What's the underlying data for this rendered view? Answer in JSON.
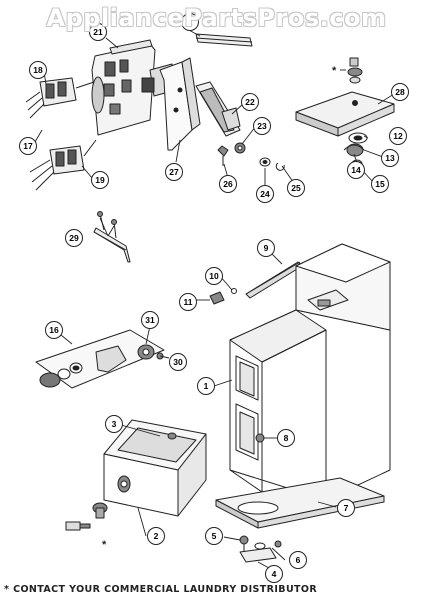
{
  "watermark": "AppliancePartsPros.com",
  "footnote": "* CONTACT YOUR COMMERCIAL LAUNDRY DISTRIBUTOR",
  "callouts": {
    "c1": "1",
    "c1b": "1",
    "c2": "2",
    "c3": "3",
    "c4": "4",
    "c5": "5",
    "c6": "6",
    "c7": "7",
    "c8": "8",
    "c9": "9",
    "c10": "10",
    "c11": "11",
    "c12": "12",
    "c13": "13",
    "c14": "14",
    "c15": "15",
    "c16": "16",
    "c17": "17",
    "c18": "18",
    "c19": "19",
    "c21": "21",
    "c22": "22",
    "c23": "23",
    "c24": "24",
    "c25": "25",
    "c26": "26",
    "c27": "27",
    "c28": "28",
    "c29": "29",
    "c30": "30",
    "c31": "31"
  },
  "asterisk": "*"
}
